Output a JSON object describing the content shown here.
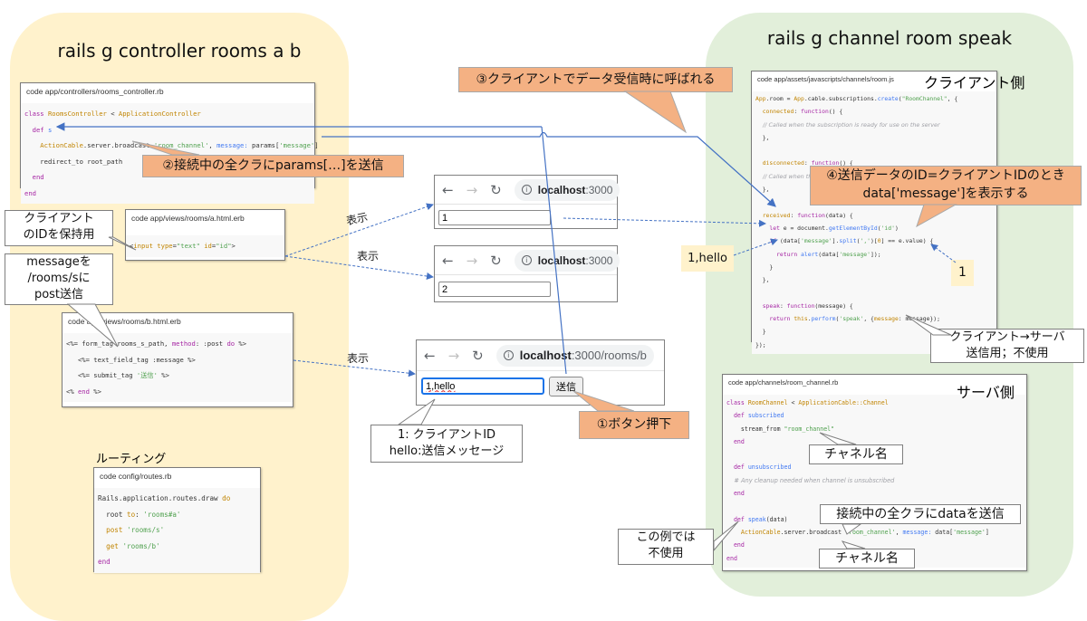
{
  "left_panel": {
    "title": "rails g controller rooms a b",
    "controller_code": {
      "caption": "code app/controllers/rooms_controller.rb",
      "lines": [
        [
          {
            "t": "class ",
            "c": "kw"
          },
          {
            "t": "RoomsController",
            "c": "cls"
          },
          {
            "t": " < ",
            "c": ""
          },
          {
            "t": "ApplicationController",
            "c": "cls"
          }
        ],
        [
          {
            "t": "  def ",
            "c": "kw"
          },
          {
            "t": "s",
            "c": "fn"
          }
        ],
        [
          {
            "t": "    ActionCable",
            "c": "cls"
          },
          {
            "t": ".server.broadcast ",
            "c": ""
          },
          {
            "t": "'room_channel'",
            "c": "str"
          },
          {
            "t": ", ",
            "c": ""
          },
          {
            "t": "message:",
            "c": "fn"
          },
          {
            "t": " params[",
            "c": ""
          },
          {
            "t": "'message'",
            "c": "str"
          },
          {
            "t": "]",
            "c": ""
          }
        ],
        [
          {
            "t": "    redirect_to root_path",
            "c": ""
          }
        ],
        [
          {
            "t": "  end",
            "c": "kw"
          }
        ],
        [
          {
            "t": "end",
            "c": "kw"
          }
        ]
      ]
    },
    "view_a_code": {
      "caption": "code app/views/rooms/a.html.erb",
      "lines": [
        [
          {
            "t": "<",
            "c": ""
          },
          {
            "t": "input",
            "c": "cls"
          },
          {
            "t": " ",
            "c": ""
          },
          {
            "t": "type",
            "c": "cls"
          },
          {
            "t": "=",
            "c": ""
          },
          {
            "t": "\"text\"",
            "c": "str"
          },
          {
            "t": " ",
            "c": ""
          },
          {
            "t": "id",
            "c": "cls"
          },
          {
            "t": "=",
            "c": ""
          },
          {
            "t": "\"id\"",
            "c": "str"
          },
          {
            "t": ">",
            "c": ""
          }
        ]
      ]
    },
    "view_b_code": {
      "caption": "code app/views/rooms/b.html.erb",
      "lines": [
        [
          {
            "t": "<%= form_tag rooms_s_path, ",
            "c": ""
          },
          {
            "t": "method",
            "c": "kw"
          },
          {
            "t": ": :post ",
            "c": ""
          },
          {
            "t": "do",
            "c": "kw"
          },
          {
            "t": " %>",
            "c": ""
          }
        ],
        [
          {
            "t": "   <%= text_field_tag :message %>",
            "c": ""
          }
        ],
        [
          {
            "t": "   <%= submit_tag ",
            "c": ""
          },
          {
            "t": "'送信'",
            "c": "str"
          },
          {
            "t": " %>",
            "c": ""
          }
        ],
        [
          {
            "t": "<% ",
            "c": ""
          },
          {
            "t": "end",
            "c": "kw"
          },
          {
            "t": " %>",
            "c": ""
          }
        ]
      ]
    },
    "routing_label": "ルーティング",
    "routes_code": {
      "caption": "code config/routes.rb",
      "lines": [
        [
          {
            "t": "Rails.application.routes.draw ",
            "c": ""
          },
          {
            "t": "do",
            "c": "cls"
          }
        ],
        [
          {
            "t": "  root ",
            "c": ""
          },
          {
            "t": "to",
            "c": "cls"
          },
          {
            "t": ": ",
            "c": ""
          },
          {
            "t": "'rooms#a'",
            "c": "str"
          }
        ],
        [
          {
            "t": "  post",
            "c": "cls"
          },
          {
            "t": " ",
            "c": ""
          },
          {
            "t": "'rooms/s'",
            "c": "str"
          }
        ],
        [
          {
            "t": "  get",
            "c": "cls"
          },
          {
            "t": " ",
            "c": ""
          },
          {
            "t": "'rooms/b'",
            "c": "str"
          }
        ],
        [
          {
            "t": "end",
            "c": "kw"
          }
        ]
      ]
    },
    "callouts": {
      "client_id": "クライアント\nのIDを保持用",
      "post_message": "messageを\n/rooms/sに\npost送信",
      "broadcast": "②接続中の全クラにparams[…]を送信"
    }
  },
  "middle": {
    "display_label": "表示",
    "browser_a1": {
      "host": "localhost",
      "port": ":3000",
      "input_value": "1"
    },
    "browser_a2": {
      "host": "localhost",
      "port": ":3000",
      "input_value": "2"
    },
    "browser_b": {
      "host": "localhost",
      "port": ":3000/rooms/b",
      "input_value": "1,hello",
      "submit_label": "送信"
    },
    "callout_receive": "③クライアントでデータ受信時に呼ばれる",
    "callout_press": "①ボタン押下",
    "callout_input_desc": "1: クライアントID\nhello:送信メッセージ"
  },
  "right_panel": {
    "title": "rails g channel room speak",
    "client_side_label": "クライアント側",
    "server_side_label": "サーバ側",
    "room_js_code": {
      "caption": "code app/assets/javascripts/channels/room.js",
      "lines": [
        [
          {
            "t": "App",
            "c": "cls"
          },
          {
            "t": ".room = ",
            "c": ""
          },
          {
            "t": "App",
            "c": "cls"
          },
          {
            "t": ".cable.subscriptions.",
            "c": ""
          },
          {
            "t": "create",
            "c": "fn"
          },
          {
            "t": "(",
            "c": ""
          },
          {
            "t": "\"RoomChannel\"",
            "c": "str"
          },
          {
            "t": ", {",
            "c": ""
          }
        ],
        [
          {
            "t": "  connected",
            "c": "cls"
          },
          {
            "t": ": ",
            "c": ""
          },
          {
            "t": "function",
            "c": "kw"
          },
          {
            "t": "() {",
            "c": ""
          }
        ],
        [
          {
            "t": "    // Called when the subscription is ready for use on the server",
            "c": "cm"
          }
        ],
        [
          {
            "t": "  },",
            "c": ""
          }
        ],
        [
          {
            "t": "",
            "c": ""
          }
        ],
        [
          {
            "t": "  disconnected",
            "c": "cls"
          },
          {
            "t": ": ",
            "c": ""
          },
          {
            "t": "function",
            "c": "kw"
          },
          {
            "t": "() {",
            "c": ""
          }
        ],
        [
          {
            "t": "    // Called when the subscription has been terminated by the server",
            "c": "cm"
          }
        ],
        [
          {
            "t": "  },",
            "c": ""
          }
        ],
        [
          {
            "t": "",
            "c": ""
          }
        ],
        [
          {
            "t": "  received",
            "c": "cls"
          },
          {
            "t": ": ",
            "c": ""
          },
          {
            "t": "function",
            "c": "kw"
          },
          {
            "t": "(data) {",
            "c": ""
          }
        ],
        [
          {
            "t": "    let",
            "c": "kw"
          },
          {
            "t": " e = document.",
            "c": ""
          },
          {
            "t": "getElementById",
            "c": "fn"
          },
          {
            "t": "(",
            "c": ""
          },
          {
            "t": "'id'",
            "c": "str"
          },
          {
            "t": ")",
            "c": ""
          }
        ],
        [
          {
            "t": "    if",
            "c": "kw"
          },
          {
            "t": " (data[",
            "c": ""
          },
          {
            "t": "'message'",
            "c": "str"
          },
          {
            "t": "].",
            "c": ""
          },
          {
            "t": "split",
            "c": "fn"
          },
          {
            "t": "(",
            "c": ""
          },
          {
            "t": "','",
            "c": "str"
          },
          {
            "t": ")[",
            "c": ""
          },
          {
            "t": "0",
            "c": "cls"
          },
          {
            "t": "] == e.value) {",
            "c": ""
          }
        ],
        [
          {
            "t": "      return ",
            "c": "kw"
          },
          {
            "t": "alert",
            "c": "fn"
          },
          {
            "t": "(data[",
            "c": ""
          },
          {
            "t": "'message'",
            "c": "str"
          },
          {
            "t": "]);",
            "c": ""
          }
        ],
        [
          {
            "t": "    }",
            "c": ""
          }
        ],
        [
          {
            "t": "  },",
            "c": ""
          }
        ],
        [
          {
            "t": "",
            "c": ""
          }
        ],
        [
          {
            "t": "  speak",
            "c": "kw"
          },
          {
            "t": ": ",
            "c": ""
          },
          {
            "t": "function",
            "c": "kw"
          },
          {
            "t": "(message) {",
            "c": ""
          }
        ],
        [
          {
            "t": "    return ",
            "c": "kw"
          },
          {
            "t": "this",
            "c": "cls"
          },
          {
            "t": ".",
            "c": ""
          },
          {
            "t": "perform",
            "c": "fn"
          },
          {
            "t": "(",
            "c": ""
          },
          {
            "t": "'speak'",
            "c": "str"
          },
          {
            "t": ", {",
            "c": ""
          },
          {
            "t": "message",
            "c": "cls"
          },
          {
            "t": ": message});",
            "c": ""
          }
        ],
        [
          {
            "t": "  }",
            "c": ""
          }
        ],
        [
          {
            "t": "});",
            "c": ""
          }
        ]
      ]
    },
    "room_channel_code": {
      "caption": "code app/channels/room_channel.rb",
      "lines": [
        [
          {
            "t": "class ",
            "c": "kw"
          },
          {
            "t": "RoomChannel",
            "c": "cls"
          },
          {
            "t": " < ",
            "c": ""
          },
          {
            "t": "ApplicationCable::Channel",
            "c": "cls"
          }
        ],
        [
          {
            "t": "  def ",
            "c": "kw"
          },
          {
            "t": "subscribed",
            "c": "fn"
          }
        ],
        [
          {
            "t": "    stream_from ",
            "c": ""
          },
          {
            "t": "\"room_channel\"",
            "c": "str"
          }
        ],
        [
          {
            "t": "  end",
            "c": "kw"
          }
        ],
        [
          {
            "t": "",
            "c": ""
          }
        ],
        [
          {
            "t": "  def ",
            "c": "kw"
          },
          {
            "t": "unsubscribed",
            "c": "fn"
          }
        ],
        [
          {
            "t": "    # Any cleanup needed when channel is unsubscribed",
            "c": "cm"
          }
        ],
        [
          {
            "t": "  end",
            "c": "kw"
          }
        ],
        [
          {
            "t": "",
            "c": ""
          }
        ],
        [
          {
            "t": "  def ",
            "c": "kw"
          },
          {
            "t": "speak",
            "c": "fn"
          },
          {
            "t": "(data)",
            "c": ""
          }
        ],
        [
          {
            "t": "    ActionCable",
            "c": "cls"
          },
          {
            "t": ".server.broadcast ",
            "c": ""
          },
          {
            "t": "'room_channel'",
            "c": "str"
          },
          {
            "t": ", ",
            "c": ""
          },
          {
            "t": "message:",
            "c": "fn"
          },
          {
            "t": " data[",
            "c": ""
          },
          {
            "t": "'message'",
            "c": "str"
          },
          {
            "t": "]",
            "c": ""
          }
        ],
        [
          {
            "t": "  end",
            "c": "kw"
          }
        ],
        [
          {
            "t": "end",
            "c": "kw"
          }
        ]
      ]
    },
    "callouts": {
      "condition": "④送信データのID=クライアントIDのとき\ndata['message']を表示する",
      "message_value": "1,hello",
      "id_value": "1",
      "client_to_server": "クライアント→サーバ\n送信用；不使用",
      "channel_name_1": "チャネル名",
      "channel_name_2": "チャネル名",
      "broadcast_data": "接続中の全クラにdataを送信",
      "unused": "この例では\n不使用"
    }
  },
  "colors": {
    "left_bg": "#fff2cc",
    "right_bg": "#e2efda",
    "orange_callout": "#f4b183",
    "arrow_blue": "#4472c4"
  }
}
